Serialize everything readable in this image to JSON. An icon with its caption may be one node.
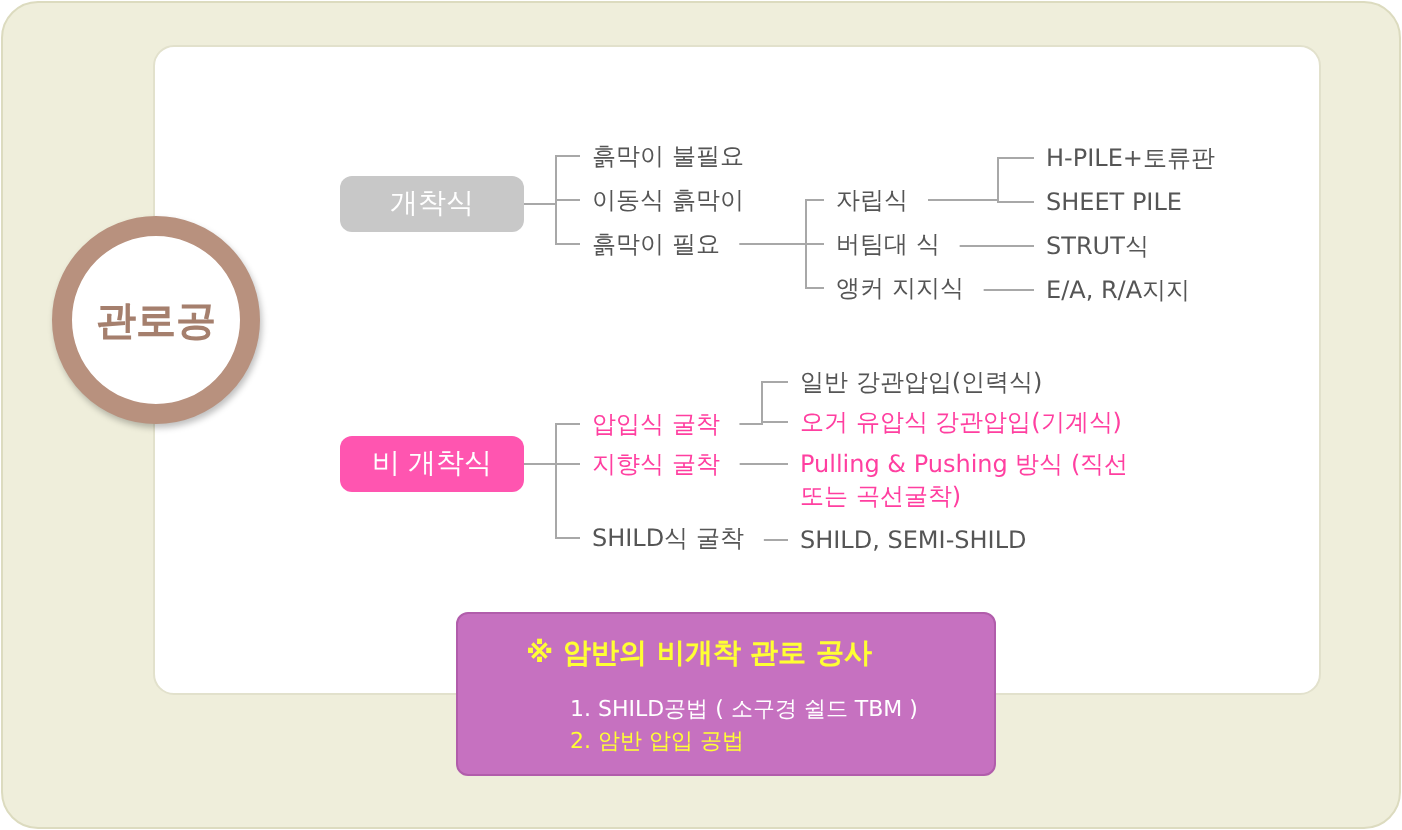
{
  "diagram": {
    "nodes": [
      {
        "text": [
          "관로공"
        ]
      },
      {
        "text": [
          "개착식"
        ]
      },
      {
        "text": [
          "흙막이 불필요"
        ]
      },
      {
        "text": [
          "이동식 흙막이"
        ]
      },
      {
        "text": [
          "흙막이 필요"
        ]
      },
      {
        "text": [
          "자립식"
        ]
      },
      {
        "text": [
          "버팀대 식"
        ]
      },
      {
        "text": [
          "앵커 지지식"
        ]
      },
      {
        "text": [
          "H-PILE+토류판"
        ]
      },
      {
        "text": [
          "SHEET PILE"
        ]
      },
      {
        "text": [
          "STRUT식"
        ]
      },
      {
        "text": [
          "E/A, R/A지지"
        ]
      },
      {
        "text": [
          "비 개착식"
        ]
      },
      {
        "text": [
          "압입식 굴착"
        ]
      },
      {
        "text": [
          "지향식 굴착"
        ]
      },
      {
        "text": [
          "SHILD식 굴착"
        ]
      },
      {
        "text": [
          "일반 강관압입(인력식)"
        ]
      },
      {
        "text": [
          "오거 유압식 강관압입(기계식)"
        ]
      },
      {
        "text": [
          "Pulling & Pushing 방식 (직선 또는 곡선굴착)"
        ]
      },
      {
        "text": [
          "SHILD, SEMI-SHILD"
        ]
      },
      {
        "text": [
          "※ 암반의 비개착 관로 공사",
          "1. SHILD공법 ( 소구경 쉴드 TBM )",
          "2. 암반 압입 공법"
        ]
      }
    ],
    "edges": [
      {
        "from": 1,
        "to": 2,
        "arrow": "none"
      },
      {
        "from": 1,
        "to": 3,
        "arrow": "none"
      },
      {
        "from": 1,
        "to": 4,
        "arrow": "none"
      },
      {
        "from": 4,
        "to": 5,
        "arrow": "none"
      },
      {
        "from": 4,
        "to": 6,
        "arrow": "none"
      },
      {
        "from": 4,
        "to": 7,
        "arrow": "none"
      },
      {
        "from": 5,
        "to": 8,
        "arrow": "none"
      },
      {
        "from": 5,
        "to": 9,
        "arrow": "none"
      },
      {
        "from": 6,
        "to": 10,
        "arrow": "none"
      },
      {
        "from": 7,
        "to": 11,
        "arrow": "none"
      },
      {
        "from": 12,
        "to": 13,
        "arrow": "none"
      },
      {
        "from": 12,
        "to": 14,
        "arrow": "none"
      },
      {
        "from": 12,
        "to": 15,
        "arrow": "none"
      },
      {
        "from": 13,
        "to": 16,
        "arrow": "none"
      },
      {
        "from": 13,
        "to": 17,
        "arrow": "none"
      },
      {
        "from": 14,
        "to": 18,
        "arrow": "none"
      },
      {
        "from": 15,
        "to": 19,
        "arrow": "none"
      }
    ]
  }
}
